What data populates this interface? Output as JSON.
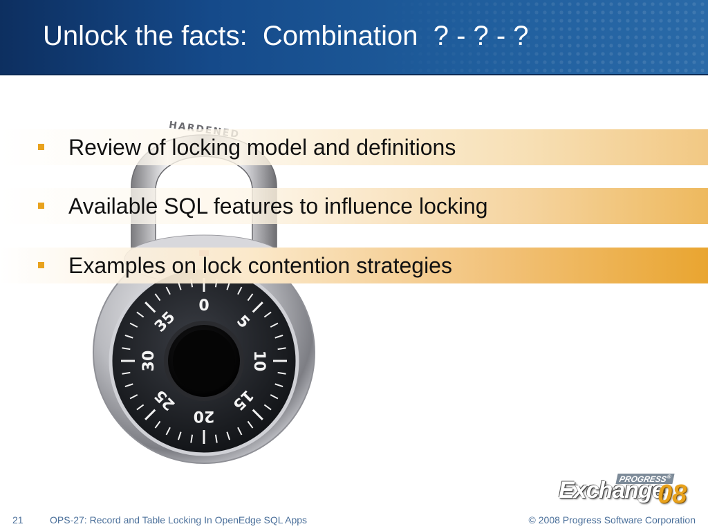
{
  "slide": {
    "title": "Unlock the facts:  Combination  ? - ? - ?",
    "bullets": [
      "Review of locking model and definitions",
      "Available SQL features to influence locking",
      "Examples on lock contention strategies"
    ]
  },
  "lock": {
    "shackle_text": "HARDENED",
    "dial_numbers": [
      "0",
      "5",
      "10",
      "15",
      "20",
      "25",
      "30",
      "35"
    ]
  },
  "footer": {
    "page_number": "21",
    "talk_title": "OPS-27: Record and Table Locking In OpenEdge SQL Apps",
    "copyright": "© 2008 Progress Software Corporation"
  },
  "logo": {
    "brand": "PROGRESS",
    "registered": "®",
    "event": "Exchange",
    "year": "08"
  },
  "colors": {
    "header_blue": "#154a8a",
    "bullet_orange": "#e8a21d",
    "footer_text": "#4a6f9a"
  }
}
